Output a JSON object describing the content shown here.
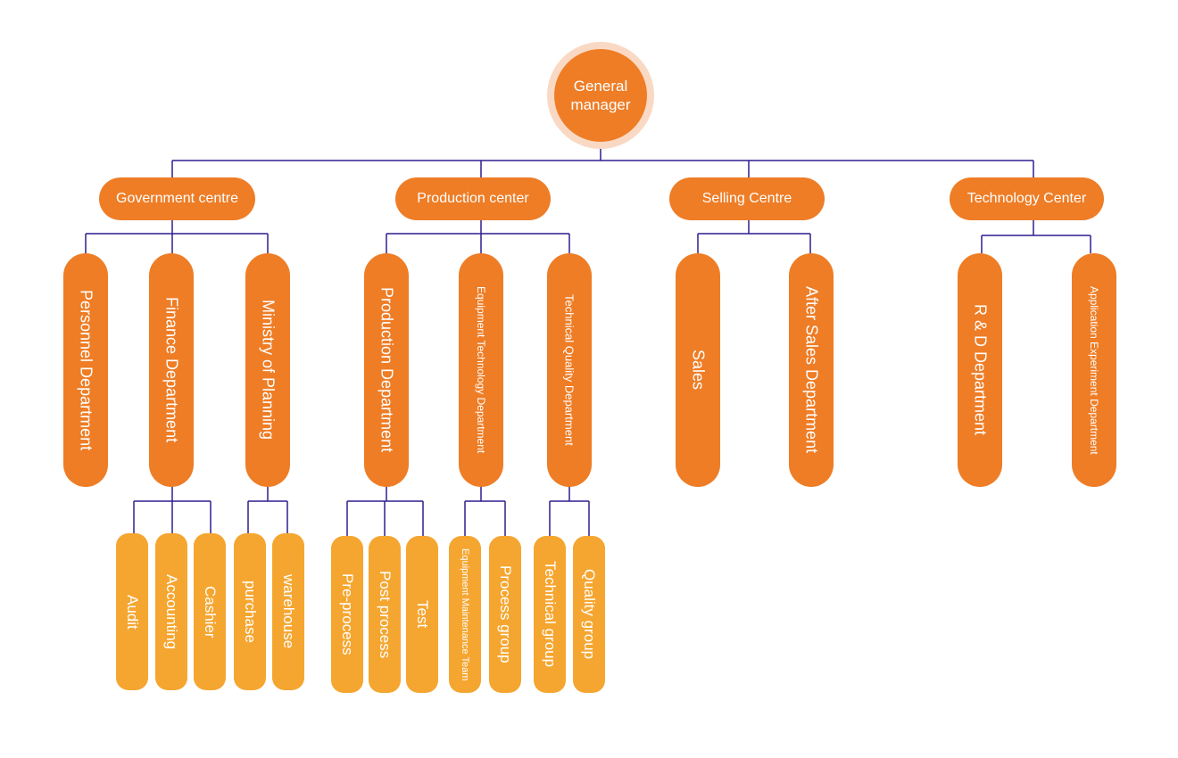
{
  "root": {
    "label": "General manager"
  },
  "centers": [
    {
      "label": "Government centre"
    },
    {
      "label": "Production center"
    },
    {
      "label": "Selling Centre"
    },
    {
      "label": "Technology Center"
    }
  ],
  "departments": {
    "personnel": "Personnel Department",
    "finance": "Finance Department",
    "planning": "Ministry of Planning",
    "production": "Production Department",
    "equipment": "Equipment Technology Department",
    "quality": "Technical Quality Department",
    "sales": "Sales",
    "after_sales": "After Sales Department",
    "rnd": "R & D Department",
    "application": "Application Experiment Department"
  },
  "groups": {
    "audit": "Audit",
    "accounting": "Accounting",
    "cashier": "Cashier",
    "purchase": "purchase",
    "warehouse": "warehouse",
    "preprocess": "Pre-process",
    "postprocess": "Post process",
    "test": "Test",
    "maintenance": "Equipment Maintenance Team",
    "process": "Process group",
    "technical": "Technical group",
    "qualitygroup": "Quality group"
  },
  "colors": {
    "primary": "#ee7d26",
    "secondary": "#f5a630",
    "halo": "#f9d9c4",
    "connector": "#2e1f8f"
  }
}
